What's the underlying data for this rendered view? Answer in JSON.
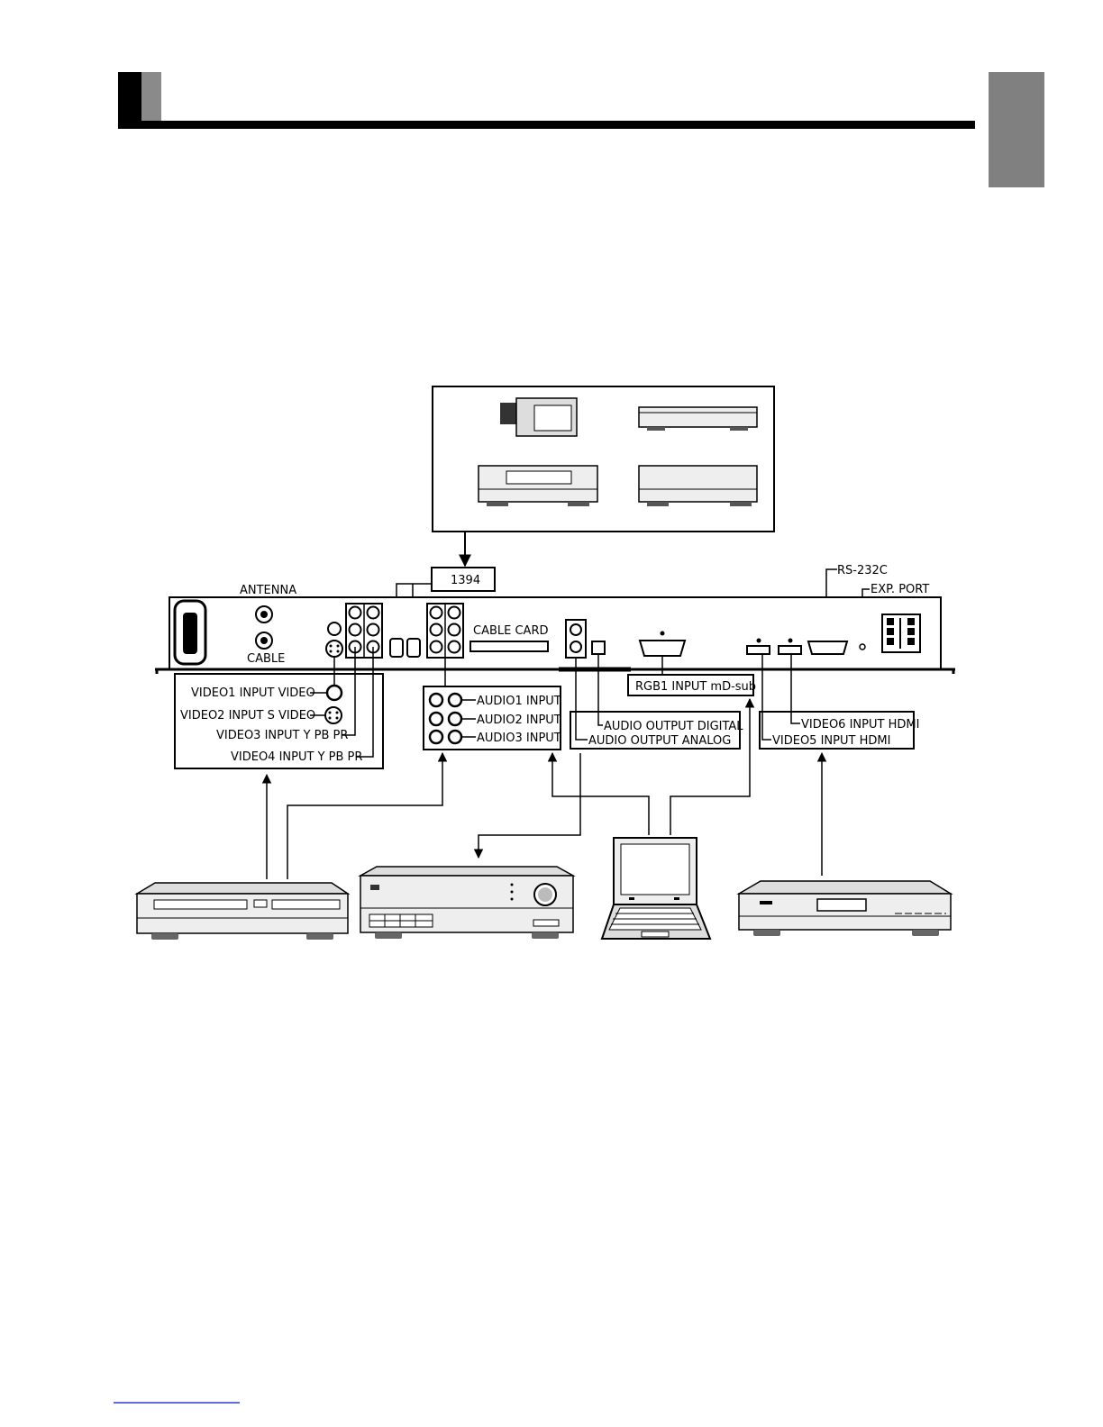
{
  "labels": {
    "antenna": "ANTENNA",
    "cable": "CABLE",
    "port_1394": "1394",
    "cable_card": "CABLE CARD",
    "rs232c": "RS-232C",
    "exp_port": "EXP. PORT",
    "video1": "VIDEO1 INPUT VIDEO",
    "video2": "VIDEO2 INPUT S VIDEO",
    "video3": "VIDEO3 INPUT Y PB PR",
    "video4": "VIDEO4 INPUT Y PB PR",
    "audio1": "AUDIO1 INPUT",
    "audio2": "AUDIO2 INPUT",
    "audio3": "AUDIO3 INPUT",
    "rgb1": "RGB1 INPUT mD-sub",
    "audio_digital": "AUDIO OUTPUT DIGITAL",
    "audio_analog": "AUDIO OUTPUT ANALOG",
    "video6": "VIDEO6 INPUT HDMI",
    "video5": "VIDEO5 INPUT HDMI"
  },
  "colors": {
    "header_gray": "#8a8a8a",
    "side_tab": "#808080",
    "ink": "#000000",
    "link_blue": "#2a3fd1"
  }
}
